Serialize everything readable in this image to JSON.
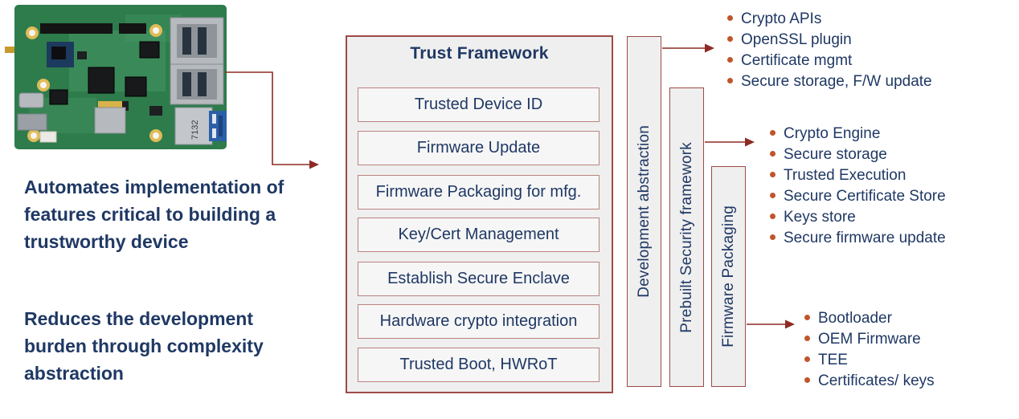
{
  "board": {
    "usb_port_label": "7132"
  },
  "left_notes": {
    "automates": "Automates implementation of features critical to building a trustworthy device",
    "reduces": "Reduces the development burden through complexity abstraction"
  },
  "framework": {
    "title": "Trust Framework",
    "items": [
      "Trusted Device ID",
      "Firmware Update",
      "Firmware Packaging for mfg.",
      "Key/Cert Management",
      "Establish Secure Enclave",
      "Hardware crypto integration",
      "Trusted Boot, HWRoT"
    ]
  },
  "bars": [
    {
      "label": "Development abstraction"
    },
    {
      "label": "Prebuilt Security framework"
    },
    {
      "label": "Firmware Packaging"
    }
  ],
  "bullet_lists": [
    {
      "items": [
        "Crypto APIs",
        "OpenSSL plugin",
        "Certificate mgmt",
        "Secure storage, F/W update"
      ]
    },
    {
      "items": [
        "Crypto Engine",
        "Secure storage",
        "Trusted Execution",
        "Secure Certificate Store",
        "Keys store",
        "Secure firmware update"
      ]
    },
    {
      "items": [
        "Bootloader",
        "OEM Firmware",
        "TEE",
        "Certificates/ keys"
      ]
    }
  ],
  "colors": {
    "text_navy": "#1f3864",
    "panel_border": "#9d4b47",
    "panel_fill": "#efefef",
    "arrow": "#8e2a25",
    "bullet": "#c0552b",
    "pcb_green": "#2e7b4c"
  }
}
